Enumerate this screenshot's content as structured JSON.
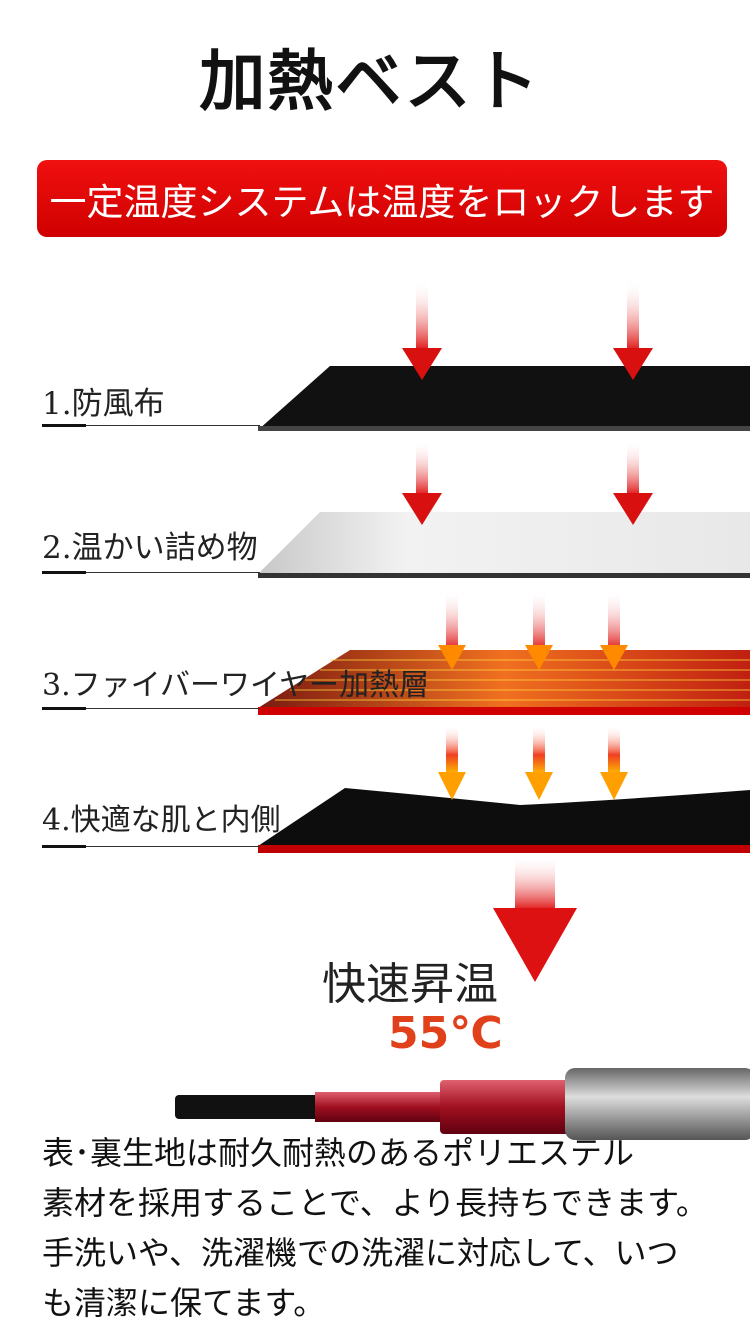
{
  "title": "加熱ベスト",
  "banner": "一定温度システムは温度をロックします",
  "layers": [
    {
      "label": "1.防風布"
    },
    {
      "label": "2.温かい詰め物"
    },
    {
      "label": "3.ファイバーワイヤー加熱層"
    },
    {
      "label": "4.快適な肌と内側"
    }
  ],
  "heating": {
    "label": "快速昇温",
    "temperature": "55℃"
  },
  "colors": {
    "banner": "#e00000",
    "temperature": "#e0401a"
  },
  "description": [
    "表･裏生地は耐久耐熱のあるポリエステル",
    "素材を採用することで、より長持ちできます。",
    "手洗いや、洗濯機での洗濯に対応して、いつ",
    "も清潔に保てます。"
  ]
}
